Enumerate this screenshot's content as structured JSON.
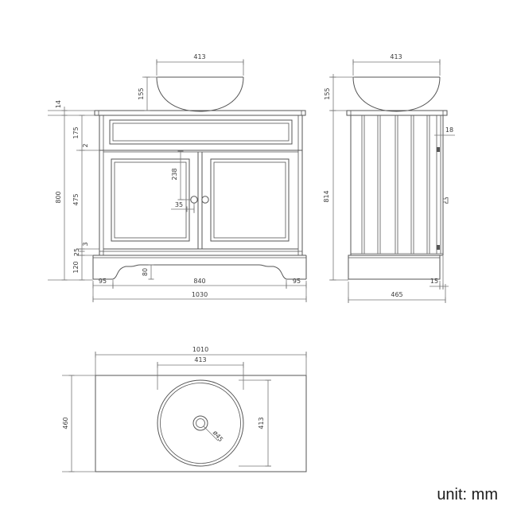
{
  "drawing": {
    "unit_label": "unit: mm",
    "colors": {
      "line": "#555555",
      "dim_line": "#767676",
      "text": "#3a3a3a"
    },
    "front_view": {
      "dims": {
        "basin_width": "413",
        "basin_height": "155",
        "countertop_thickness": "14",
        "overall_height": "800",
        "top_frame_height": "175",
        "top_gap": "2",
        "door_height": "475",
        "bottom_gap": "3",
        "bottom_rail_height": "25",
        "plinth_height": "120",
        "handle_drop": "238",
        "handle_inset": "35",
        "plinth_cutout_height": "80",
        "left_foot_width": "95",
        "cutout_width": "840",
        "right_foot_width": "95",
        "overall_width": "1030"
      }
    },
    "side_view": {
      "dims": {
        "basin_width": "413",
        "basin_height": "155",
        "overall_height": "814",
        "side_panel_thickness": "18",
        "plinth_recess": "15",
        "overall_depth": "465"
      }
    },
    "plan_view": {
      "dims": {
        "worktop_width": "1010",
        "basin_width": "413",
        "worktop_depth": "460",
        "basin_depth": "413",
        "waste_hole_diameter": "ø45"
      }
    }
  }
}
